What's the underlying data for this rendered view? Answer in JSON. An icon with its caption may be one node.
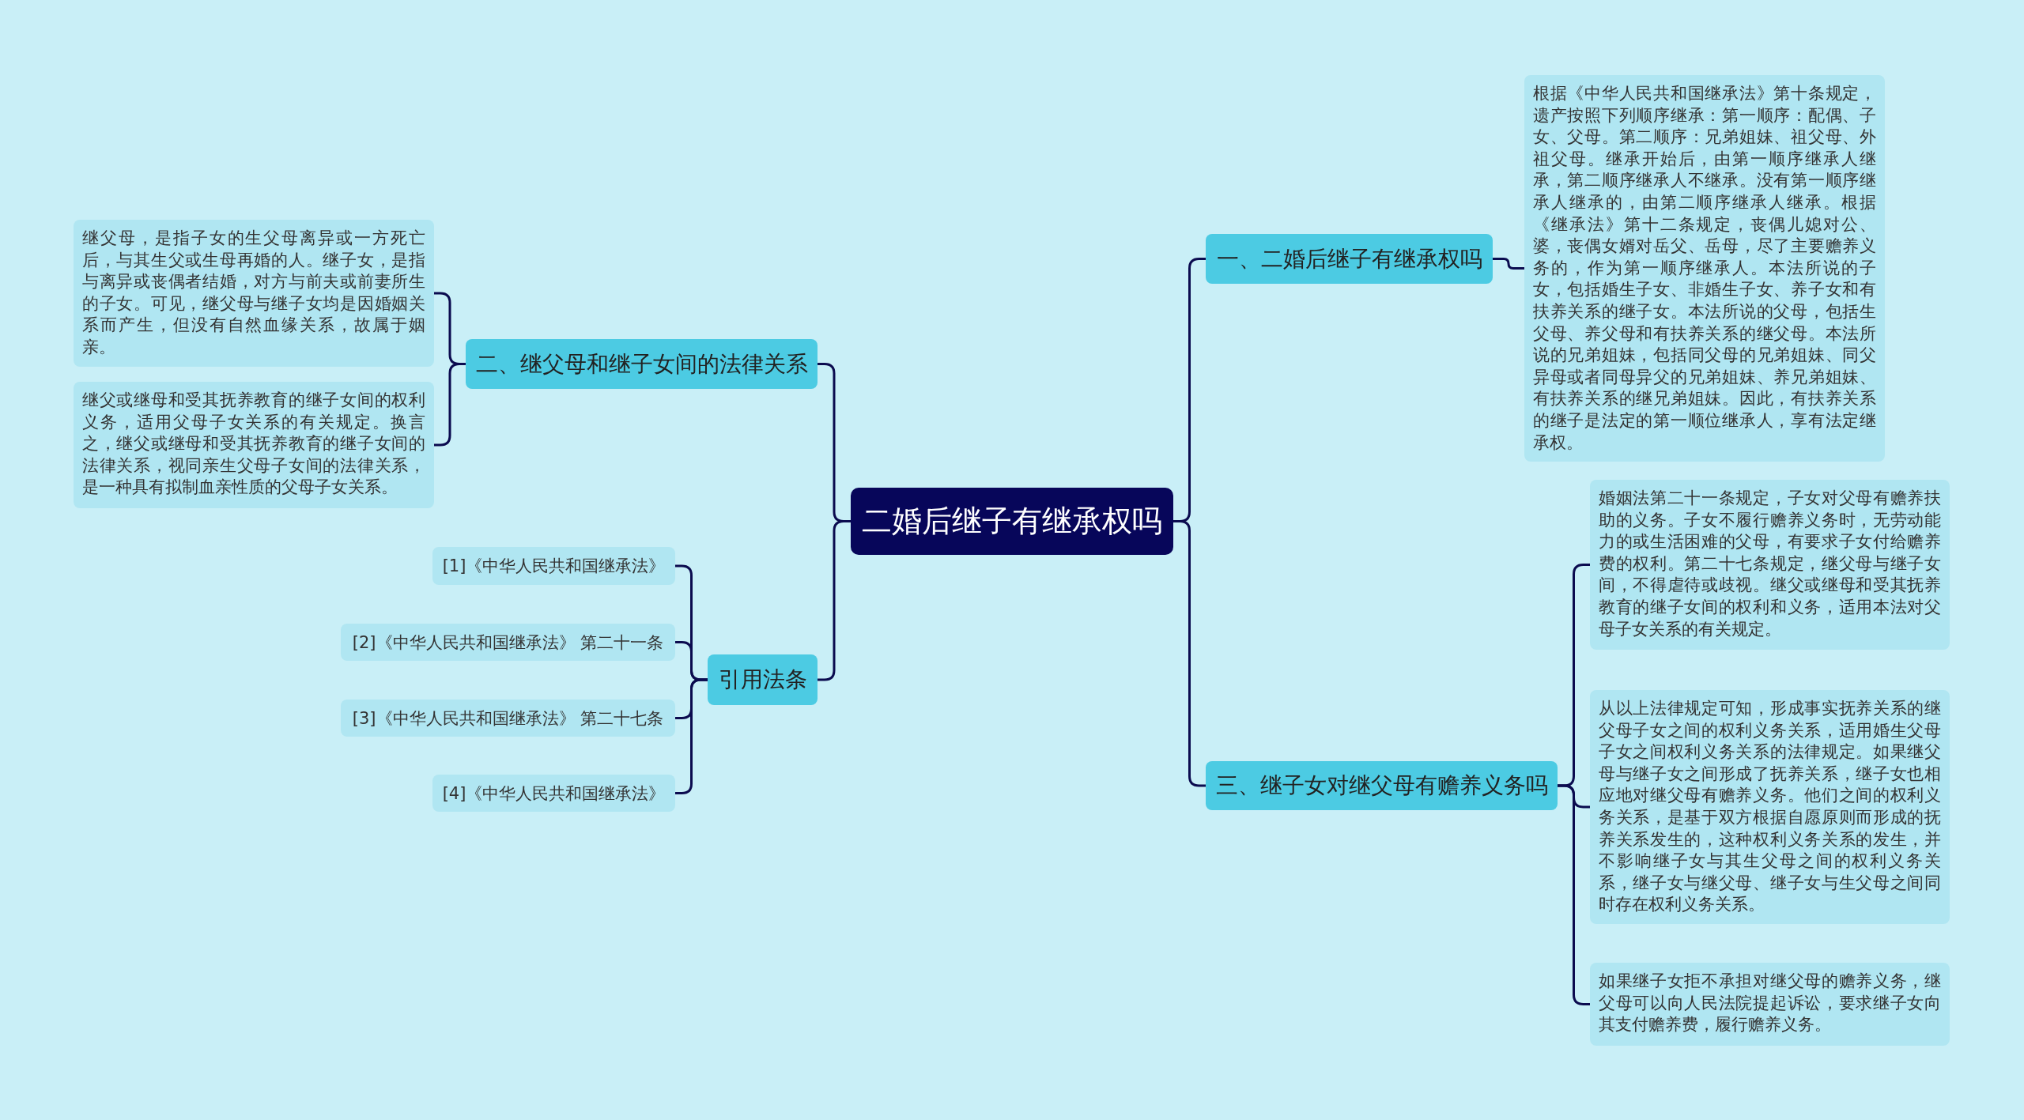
{
  "diagram": {
    "nodes": [
      {
        "text": [
          "二婚后继子有继承权吗"
        ]
      },
      {
        "text": [
          "一、二婚后继子有继承权吗"
        ]
      },
      {
        "text": [
          "根据《中华人民共和国继承法》第十条规定，遗产按照下列顺序继承：第一顺序：配偶、子女、父母。第二顺序：兄弟姐妹、祖父母、外祖父母。继承开始后，由第一顺序继承人继承，第二顺序继承人不继承。没有第一顺序继承人继承的，由第二顺序继承人继承。根据《继承法》第十二条规定，丧偶儿媳对公、婆，丧偶女婿对岳父、岳母，尽了主要赡养义务的，作为第一顺序继承人。本法所说的子女，包括婚生子女、非婚生子女、养子女和有扶养关系的继子女。本法所说的父母，包括生父母、养父母和有扶养关系的继父母。本法所说的兄弟姐妹，包括同父母的兄弟姐妹、同父异母或者同母异父的兄弟姐妹、养兄弟姐妹、有扶养关系的继兄弟姐妹。因此，有扶养关系的继子是法定的第一顺位继承人，享有法定继承权。"
        ]
      },
      {
        "text": [
          "三、继子女对继父母有赡养义务吗"
        ]
      },
      {
        "text": [
          "婚姻法第二十一条规定，子女对父母有赡养扶助的义务。子女不履行赡养义务时，无劳动能力的或生活困难的父母，有要求子女付给赡养费的权利。第二十七条规定，继父母与继子女间，不得虐待或歧视。继父或继母和受其抚养教育的继子女间的权利和义务，适用本法对父母子女关系的有关规定。"
        ]
      },
      {
        "text": [
          "从以上法律规定可知，形成事实抚养关系的继父母子女之间的权利义务关系，适用婚生父母子女之间权利义务关系的法律规定。如果继父母与继子女之间形成了抚养关系，继子女也相应地对继父母有赡养义务。他们之间的权利义务关系，是基于双方根据自愿原则而形成的抚养关系发生的，这种权利义务关系的发生，并不影响继子女与其生父母之间的权利义务关系，继子女与继父母、继子女与生父母之间同时存在权利义务关系。"
        ]
      },
      {
        "text": [
          "如果继子女拒不承担对继父母的赡养义务，继父母可以向人民法院提起诉讼，要求继子女向其支付赡养费，履行赡养义务。"
        ]
      },
      {
        "text": [
          "二、继父母和继子女间的法律关系"
        ]
      },
      {
        "text": [
          "继父母，是指子女的生父母离异或一方死亡后，与其生父或生母再婚的人。继子女，是指与离异或丧偶者结婚，对方与前夫或前妻所生的子女。可见，继父母与继子女均是因婚姻关系而产生，但没有自然血缘关系，故属于姻亲。"
        ]
      },
      {
        "text": [
          "继父或继母和受其抚养教育的继子女间的权利义务，适用父母子女关系的有关规定。换言之，继父或继母和受其抚养教育的继子女间的法律关系，视同亲生父母子女间的法律关系，是一种具有拟制血亲性质的父母子女关系。"
        ]
      },
      {
        "text": [
          "引用法条"
        ]
      },
      {
        "text": [
          "[1]《中华人民共和国继承法》"
        ]
      },
      {
        "text": [
          "[2]《中华人民共和国继承法》 第二十一条"
        ]
      },
      {
        "text": [
          "[3]《中华人民共和国继承法》 第二十七条"
        ]
      },
      {
        "text": [
          "[4]《中华人民共和国继承法》"
        ]
      }
    ],
    "edges": [
      {
        "from": 0,
        "to": 1,
        "arrow": "none"
      },
      {
        "from": 1,
        "to": 2,
        "arrow": "none"
      },
      {
        "from": 0,
        "to": 3,
        "arrow": "none"
      },
      {
        "from": 3,
        "to": 4,
        "arrow": "none"
      },
      {
        "from": 3,
        "to": 5,
        "arrow": "none"
      },
      {
        "from": 3,
        "to": 6,
        "arrow": "none"
      },
      {
        "from": 0,
        "to": 7,
        "arrow": "none"
      },
      {
        "from": 7,
        "to": 8,
        "arrow": "none"
      },
      {
        "from": 7,
        "to": 9,
        "arrow": "none"
      },
      {
        "from": 0,
        "to": 10,
        "arrow": "none"
      },
      {
        "from": 10,
        "to": 11,
        "arrow": "none"
      },
      {
        "from": 10,
        "to": 12,
        "arrow": "none"
      },
      {
        "from": 10,
        "to": 13,
        "arrow": "none"
      },
      {
        "from": 10,
        "to": 14,
        "arrow": "none"
      }
    ]
  }
}
